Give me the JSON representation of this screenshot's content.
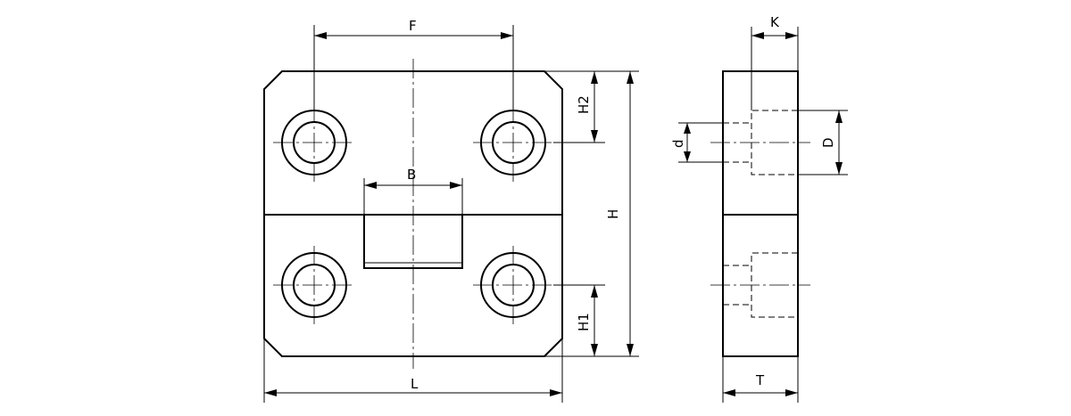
{
  "labels": {
    "F": "F",
    "B": "B",
    "L": "L",
    "H": "H",
    "H1": "H1",
    "H2": "H2",
    "K": "K",
    "d": "d",
    "D": "D",
    "T": "T"
  }
}
